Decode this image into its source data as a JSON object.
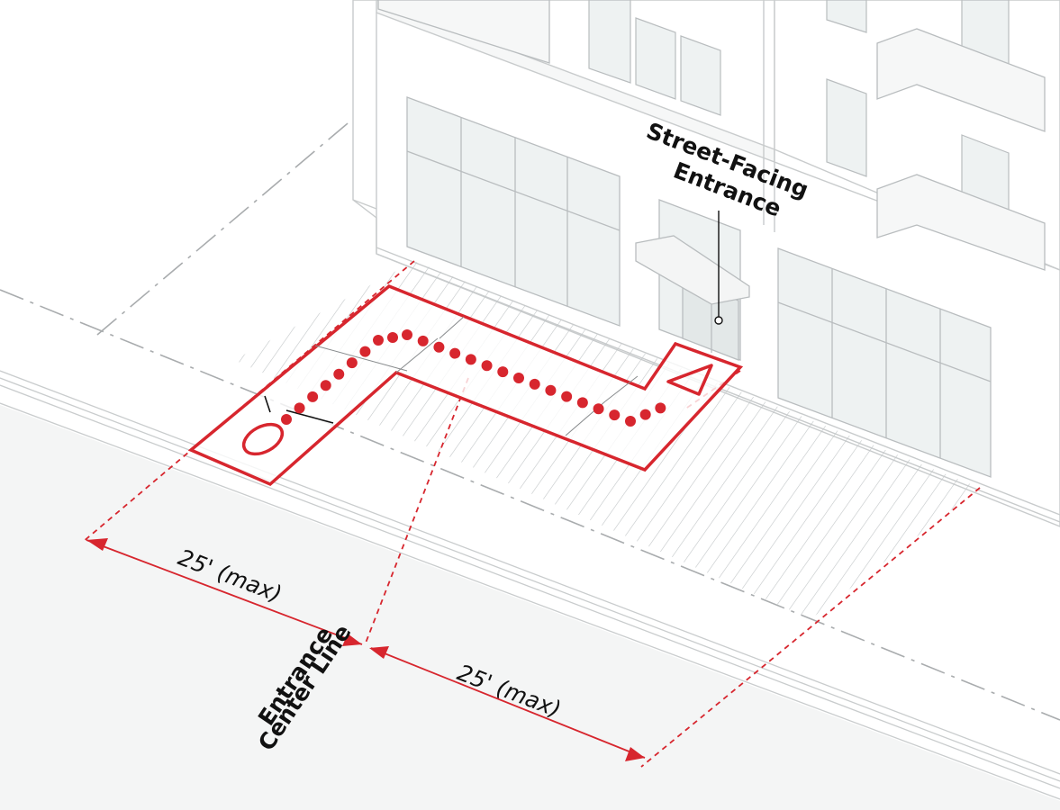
{
  "labels": {
    "entrance_line1": "Street-Facing",
    "entrance_line2": "Entrance",
    "dim_left": "25' (max)",
    "dim_right": "25' (max)",
    "centerline_line1": "Entrance",
    "centerline_line2": "Center Line"
  },
  "colors": {
    "accent": "#d7262e",
    "building_stroke": "#c8cbcc",
    "glass": "#eef2f2",
    "road": "#f4f5f5",
    "hatch": "#bfc3c5",
    "text": "#111111"
  }
}
